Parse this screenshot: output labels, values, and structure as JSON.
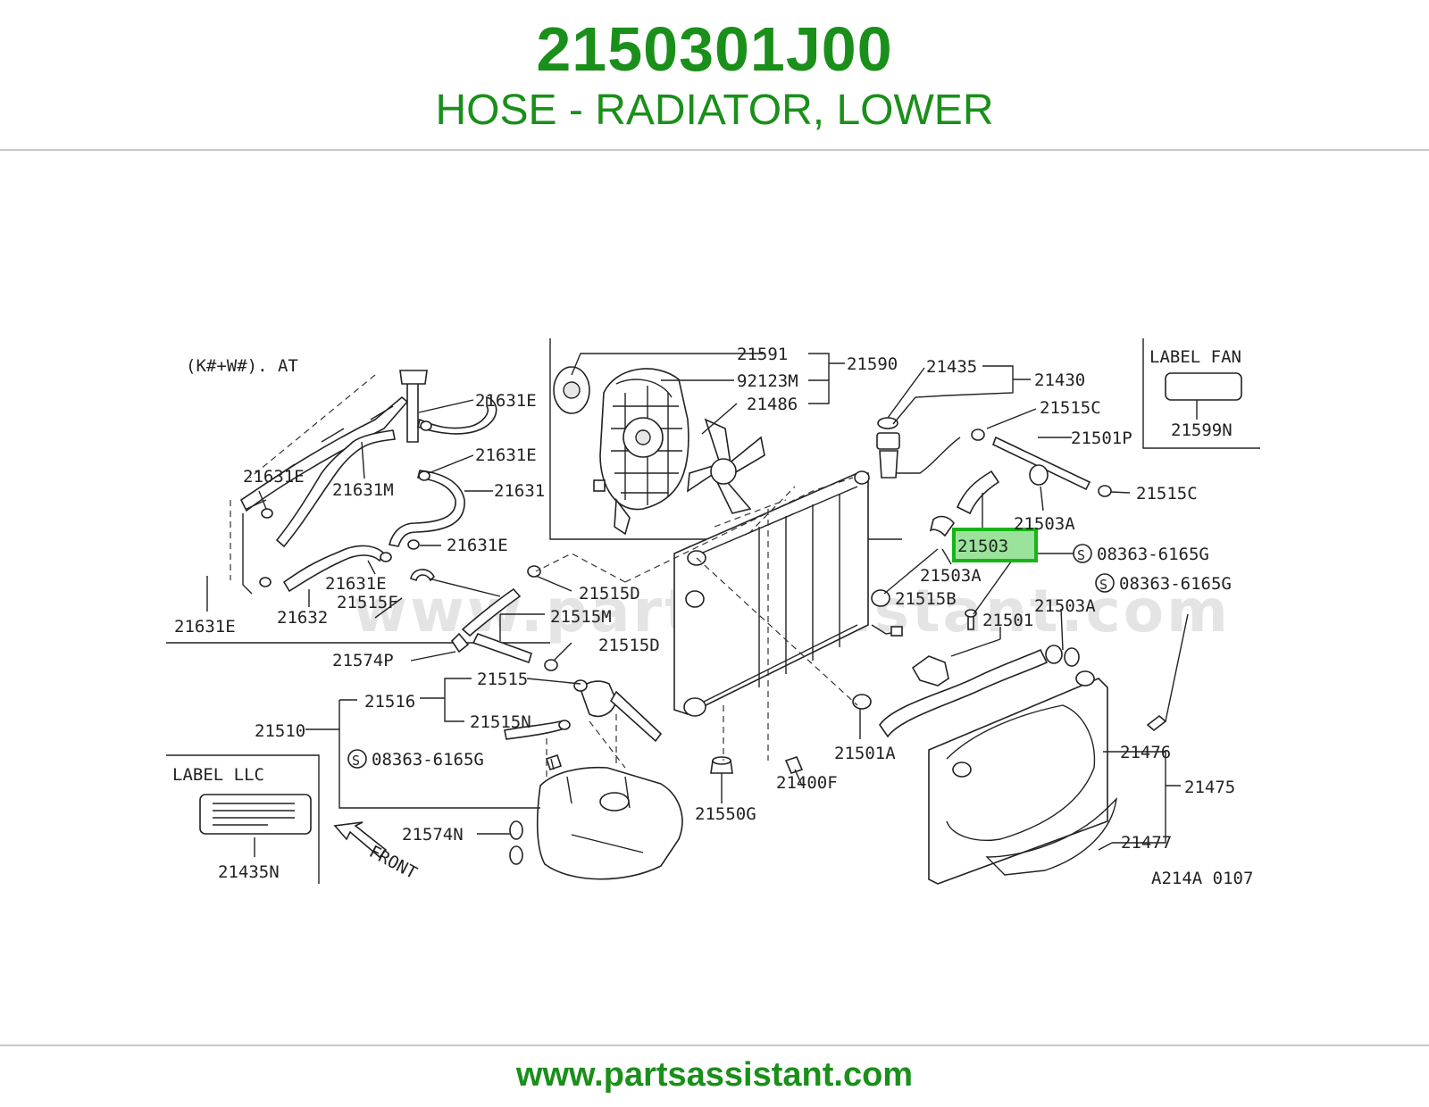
{
  "header": {
    "part_number": "2150301J00",
    "part_name": "HOSE - RADIATOR, LOWER"
  },
  "footer": {
    "url": "www.partsassistant.com"
  },
  "diagram": {
    "watermark": "www.partsassistant.com",
    "variant_label": "(K#+W#). AT",
    "label_fan_title": "LABEL FAN",
    "label_llc_title": "LABEL LLC",
    "front_label": "FRONT",
    "diagram_code": "A214A 0107",
    "highlighted_callout": "21503",
    "callouts": {
      "c21591": "21591",
      "c21590": "21590",
      "c92123m": "92123M",
      "c21486": "21486",
      "c21435": "21435",
      "c21430": "21430",
      "c21515c_a": "21515C",
      "c21501p": "21501P",
      "c21515c_b": "21515C",
      "c21599n": "21599N",
      "c21503a_a": "21503A",
      "c08363_a": "08363-6165G",
      "c21503a_b": "21503A",
      "c08363_b": "08363-6165G",
      "c21515b": "21515B",
      "c21503a_c": "21503A",
      "c21501": "21501",
      "c21631e_a": "21631E",
      "c21631e_b": "21631E",
      "c21631e_c": "21631E",
      "c21631m": "21631M",
      "c21631": "21631",
      "c21631e_d": "21631E",
      "c21631e_e": "21631E",
      "c21515f": "21515F",
      "c21631e_f": "21631E",
      "c21632": "21632",
      "c21515d_a": "21515D",
      "c21515m": "21515M",
      "c21574p": "21574P",
      "c21515d_b": "21515D",
      "c21515": "21515",
      "c21516": "21516",
      "c21510": "21510",
      "c21515n": "21515N",
      "c08363_c": "08363-6165G",
      "c21574n": "21574N",
      "c21435n": "21435N",
      "c21550g": "21550G",
      "c21400f": "21400F",
      "c21501a": "21501A",
      "c21476": "21476",
      "c21475": "21475",
      "c21477": "21477"
    }
  }
}
